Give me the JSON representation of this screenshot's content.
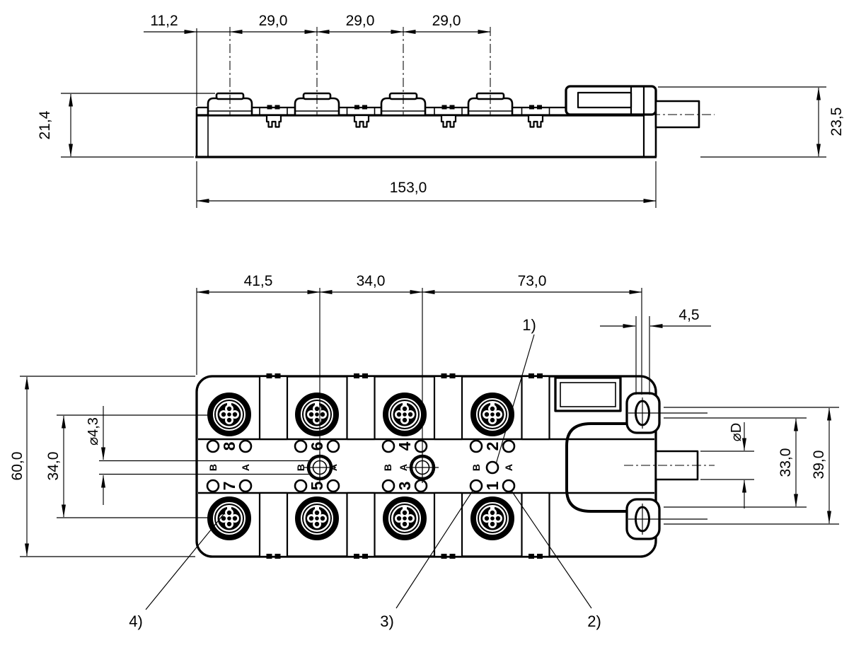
{
  "side_view": {
    "pitch_dims": [
      "11,2",
      "29,0",
      "29,0",
      "29,0"
    ],
    "height_left": "21,4",
    "height_right": "23,5",
    "overall_length": "153,0"
  },
  "top_view": {
    "width_dims": [
      "41,5",
      "34,0",
      "73,0"
    ],
    "slot_width": "4,5",
    "overall_width": "60,0",
    "row_spacing": "34,0",
    "mounting_hole_dia": "⌀4,3",
    "cable_dia": "⌀D",
    "ear_hole_span_inner": "33,0",
    "ear_hole_span_outer": "39,0",
    "port_numbers_top": [
      "8",
      "6",
      "4",
      "2"
    ],
    "port_numbers_bottom": [
      "7",
      "5",
      "3",
      "1"
    ],
    "channel_b": "B",
    "channel_a": "A",
    "callouts": [
      "1)",
      "2)",
      "3)",
      "4)"
    ]
  }
}
